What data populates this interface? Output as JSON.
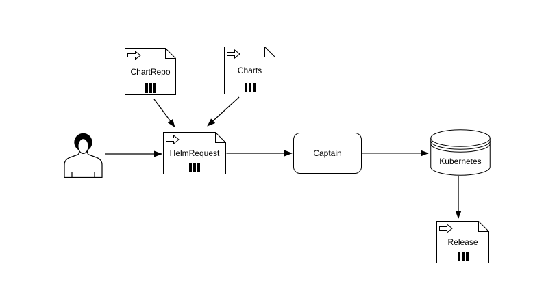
{
  "diagram": {
    "type": "flow-diagram",
    "background": "#ffffff",
    "nodes": {
      "chartrepo": {
        "label": "ChartRepo",
        "shape": "document-artifact"
      },
      "charts": {
        "label": "Charts",
        "shape": "document-artifact"
      },
      "person": {
        "label": "",
        "shape": "person"
      },
      "helmrequest": {
        "label": "HelmRequest",
        "shape": "document-artifact"
      },
      "captain": {
        "label": "Captain",
        "shape": "rounded-rectangle"
      },
      "kubernetes": {
        "label": "Kubernetes",
        "shape": "database-cylinder"
      },
      "release": {
        "label": "Release",
        "shape": "document-artifact"
      }
    },
    "edges": [
      {
        "from": "person",
        "to": "helmrequest",
        "color": "#000000"
      },
      {
        "from": "chartrepo",
        "to": "helmrequest",
        "color": "#000000"
      },
      {
        "from": "charts",
        "to": "helmrequest",
        "color": "#000000"
      },
      {
        "from": "helmrequest",
        "to": "captain",
        "color": "#000000"
      },
      {
        "from": "captain",
        "to": "kubernetes",
        "color": "#808080"
      },
      {
        "from": "kubernetes",
        "to": "release",
        "color": "#000000"
      }
    ],
    "colors": {
      "stroke": "#000000",
      "node_fill": "#ffffff",
      "gray_edge": "#808080",
      "label_text": "#000000"
    }
  }
}
